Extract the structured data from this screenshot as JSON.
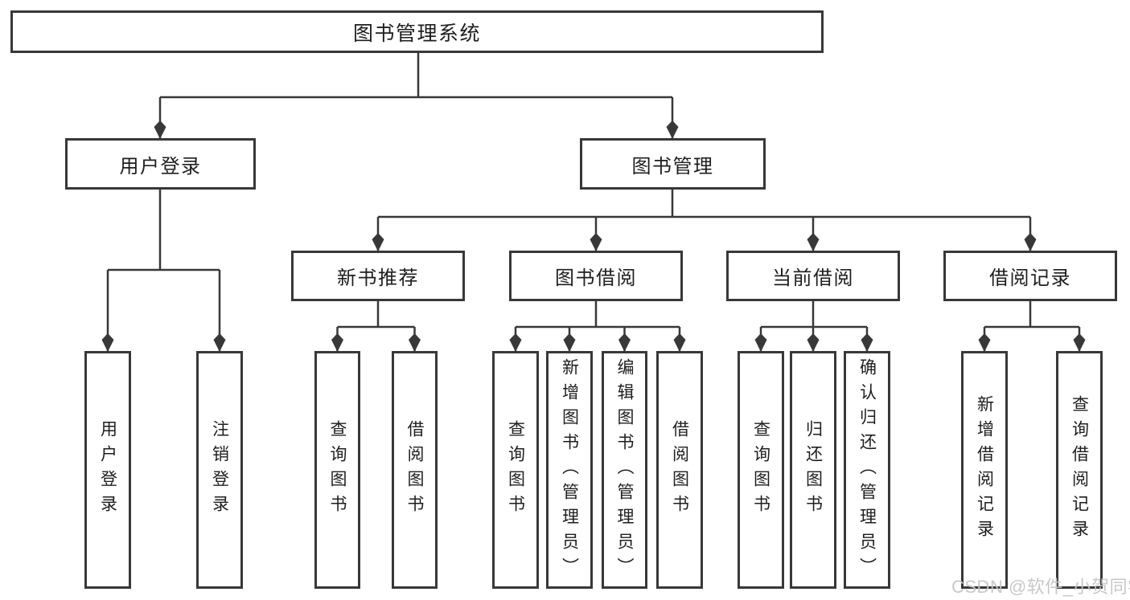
{
  "diagram": {
    "root": "图书管理系统",
    "user_login": {
      "label": "用户登录",
      "leaves": [
        "用户登录",
        "注销登录"
      ]
    },
    "book_management": {
      "label": "图书管理",
      "groups": [
        {
          "label": "新书推荐",
          "leaves": [
            "查询图书",
            "借阅图书"
          ]
        },
        {
          "label": "图书借阅",
          "leaves": [
            "查询图书",
            "新增图书（管理员）",
            "编辑图书（管理员）",
            "借阅图书"
          ]
        },
        {
          "label": "当前借阅",
          "leaves": [
            "查询图书",
            "归还图书",
            "确认归还（管理员）"
          ]
        },
        {
          "label": "借阅记录",
          "leaves": [
            "新增借阅记录",
            "查询借阅记录"
          ]
        }
      ]
    }
  },
  "colors": {
    "line": "#383838",
    "box_border": "#383838",
    "text": "#1e1e1e",
    "watermark": "#c6c6c6",
    "background": "#ffffff"
  },
  "watermark": {
    "text": "CSDN @软件_小贺同学"
  }
}
